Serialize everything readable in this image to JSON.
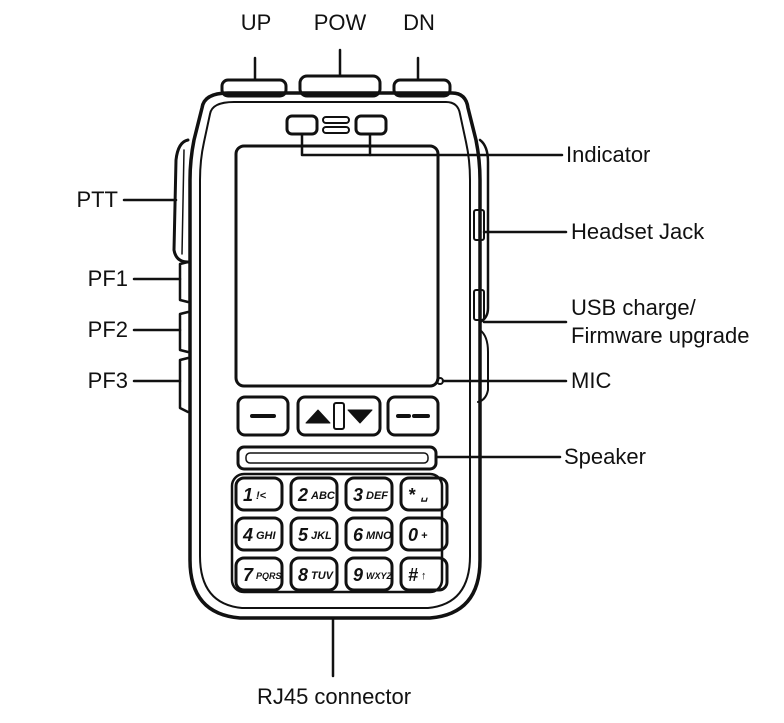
{
  "labels": {
    "up": "UP",
    "pow": "POW",
    "dn": "DN",
    "ptt": "PTT",
    "pf1": "PF1",
    "pf2": "PF2",
    "pf3": "PF3",
    "indicator": "Indicator",
    "headset_jack": "Headset Jack",
    "usb_line1": "USB charge/",
    "usb_line2": "Firmware upgrade",
    "mic": "MIC",
    "speaker": "Speaker",
    "rj45": "RJ45 connector"
  },
  "keypad": [
    [
      {
        "main": "1",
        "sub": "!<"
      },
      {
        "main": "2",
        "sub": "ABC"
      },
      {
        "main": "3",
        "sub": "DEF"
      },
      {
        "main": "*",
        "sub": "␣"
      }
    ],
    [
      {
        "main": "4",
        "sub": "GHI"
      },
      {
        "main": "5",
        "sub": "JKL"
      },
      {
        "main": "6",
        "sub": "MNO"
      },
      {
        "main": "0",
        "sub": "+"
      }
    ],
    [
      {
        "main": "7",
        "sub": "PQRS"
      },
      {
        "main": "8",
        "sub": "TUV"
      },
      {
        "main": "9",
        "sub": "WXYZ"
      },
      {
        "main": "#",
        "sub": "↑"
      }
    ]
  ]
}
